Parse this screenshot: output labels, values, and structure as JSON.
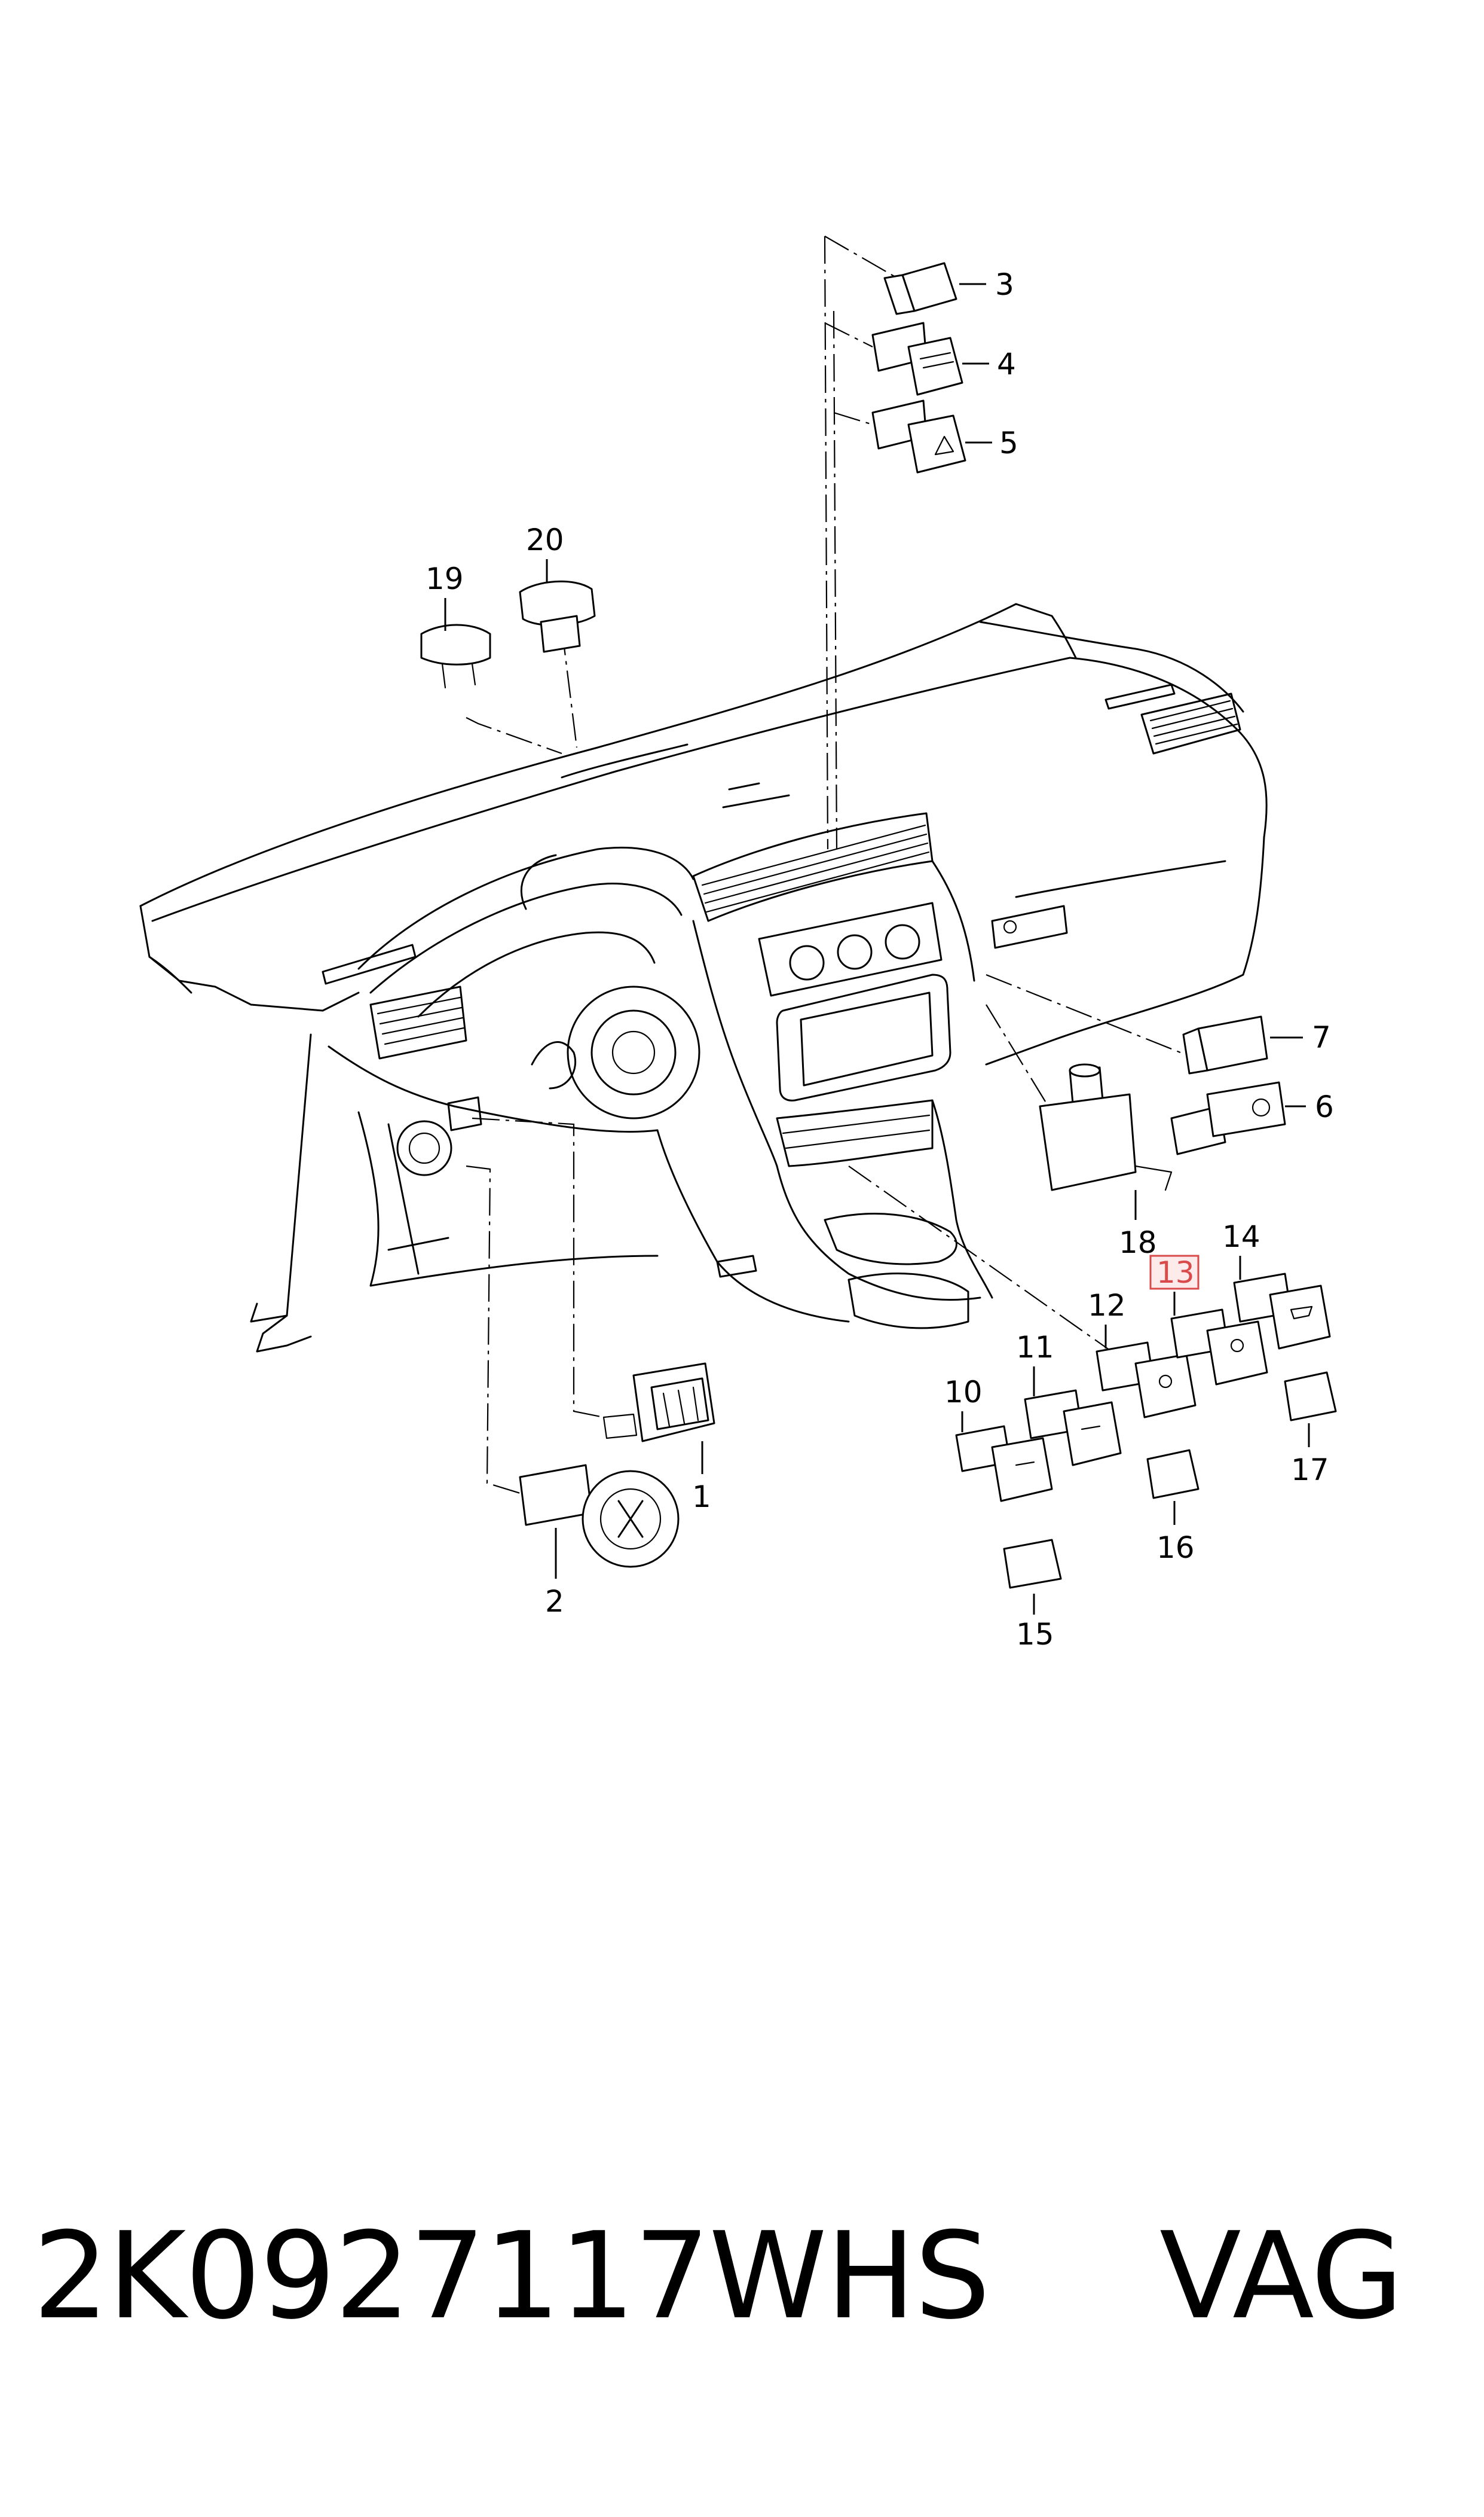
{
  "callouts": {
    "c1": "1",
    "c2": "2",
    "c3": "3",
    "c4": "4",
    "c5": "5",
    "c6": "6",
    "c7": "7",
    "c10": "10",
    "c11": "11",
    "c12": "12",
    "c13": "13",
    "c14": "14",
    "c15": "15",
    "c16": "16",
    "c17": "17",
    "c18": "18",
    "c19": "19",
    "c20": "20"
  },
  "highlighted_callout": "13",
  "highlight_color": "#d94a4a",
  "footer": {
    "part_number": "2K0927117WHS",
    "brand": "VAG"
  }
}
